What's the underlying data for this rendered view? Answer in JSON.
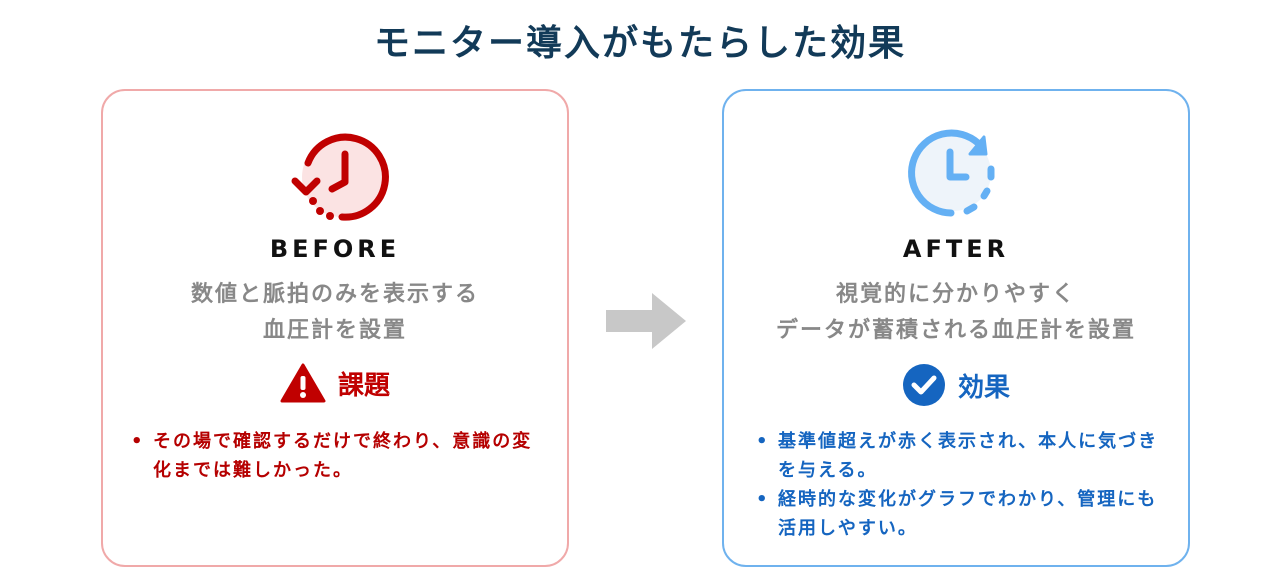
{
  "title": "モニター導入がもたらした効果",
  "before": {
    "label": "BEFORE",
    "desc": [
      "数値と脈拍のみを表示する",
      "血圧計を設置"
    ],
    "heading": "課題",
    "items": [
      "その場で確認するだけで終わり、意識の変化までは難しかった。"
    ]
  },
  "after": {
    "label": "AFTER",
    "desc": [
      "視覚的に分かりやすく",
      "データが蓄積される血圧計を設置"
    ],
    "heading": "効果",
    "items": [
      "基準値超えが赤く表示され、本人に気づきを与える。",
      "経時的な変化がグラフでわかり、管理にも活用しやすい。"
    ]
  },
  "colors": {
    "title": "#123a58",
    "before": "#c00000",
    "after": "#1565c0",
    "after_icon": "#64b0f4"
  }
}
